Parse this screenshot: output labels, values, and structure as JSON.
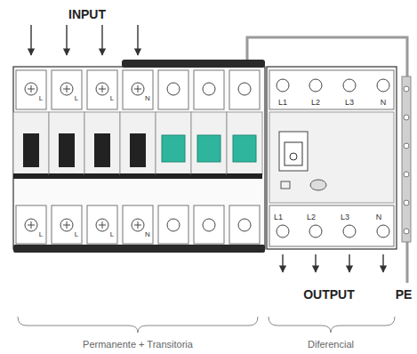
{
  "diagram": {
    "labels": [
      "INPUT",
      "L",
      "L",
      "L",
      "N",
      "L1",
      "L2",
      "L3",
      "N",
      "L",
      "L",
      "L",
      "N",
      "L1",
      "L2",
      "L3",
      "N",
      "OUTPUT",
      "PE",
      "Permanente + Transitoria",
      "Diferencial"
    ]
  }
}
